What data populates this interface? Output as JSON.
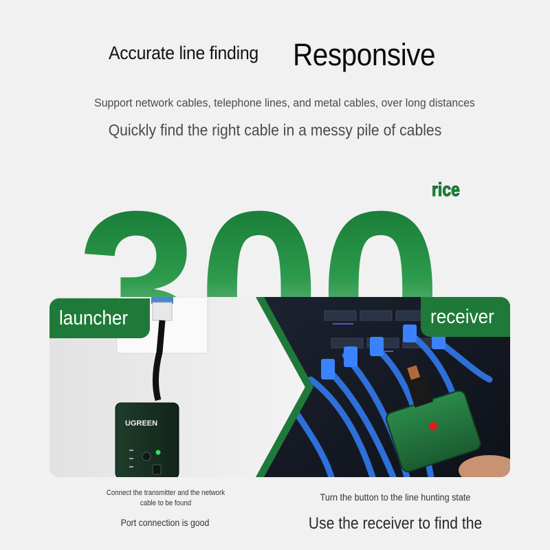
{
  "header": {
    "feature_left": "Accurate line finding",
    "feature_right": "Responsive"
  },
  "subtitle": {
    "line1": "Support network cables, telephone lines, and metal cables, over long distances",
    "line2": "Quickly find the right cable in a messy pile of cables"
  },
  "highlight": {
    "number": "300",
    "suffix": "rice"
  },
  "panel": {
    "left_tag": "launcher",
    "right_tag": "receiver",
    "brand": "UGREEN"
  },
  "captions": {
    "left_line1": "Connect the transmitter and the network cable to be found",
    "left_line2": "Port connection is good",
    "right_line1": "Turn the button to the line hunting state",
    "right_line2": "Use the receiver to find the"
  },
  "colors": {
    "accent_green": "#1f7a3a",
    "cable_blue": "#2f6fd8",
    "background": "#f1f1f1"
  }
}
